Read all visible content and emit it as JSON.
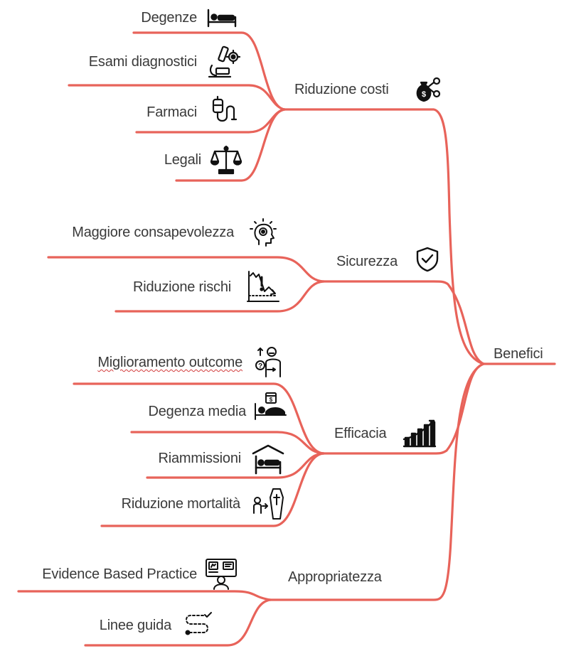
{
  "colors": {
    "branch": "#e8635a",
    "text": "#3a3a3a",
    "icon": "#111111"
  },
  "root": {
    "label": "Benefici"
  },
  "branches": [
    {
      "label": "Riduzione costi",
      "icon": "money-bag-scissors-icon",
      "children": [
        {
          "label": "Degenze",
          "icon": "hospital-bed-icon"
        },
        {
          "label": "Esami diagnostici",
          "icon": "microscope-icon"
        },
        {
          "label": "Farmaci",
          "icon": "iv-drip-icon"
        },
        {
          "label": "Legali",
          "icon": "scales-icon"
        }
      ]
    },
    {
      "label": "Sicurezza",
      "icon": "shield-check-icon",
      "children": [
        {
          "label": "Maggiore consapevolezza",
          "icon": "head-idea-icon"
        },
        {
          "label": "Riduzione rischi",
          "icon": "risk-chart-icon"
        }
      ]
    },
    {
      "label": "Efficacia",
      "icon": "growth-bars-icon",
      "children": [
        {
          "label": "Miglioramento outcome",
          "icon": "patient-outcome-icon"
        },
        {
          "label": "Degenza media",
          "icon": "bed-calendar-icon"
        },
        {
          "label": "Riammissioni",
          "icon": "readmission-house-bed-icon"
        },
        {
          "label": "Riduzione mortalità",
          "icon": "person-coffin-icon"
        }
      ]
    },
    {
      "label": "Appropriatezza",
      "icon": "user-target-icon",
      "children": [
        {
          "label": "Evidence Based Practice",
          "icon": "evidence-board-icon"
        },
        {
          "label": "Linee guida",
          "icon": "guideline-path-icon"
        }
      ]
    }
  ]
}
